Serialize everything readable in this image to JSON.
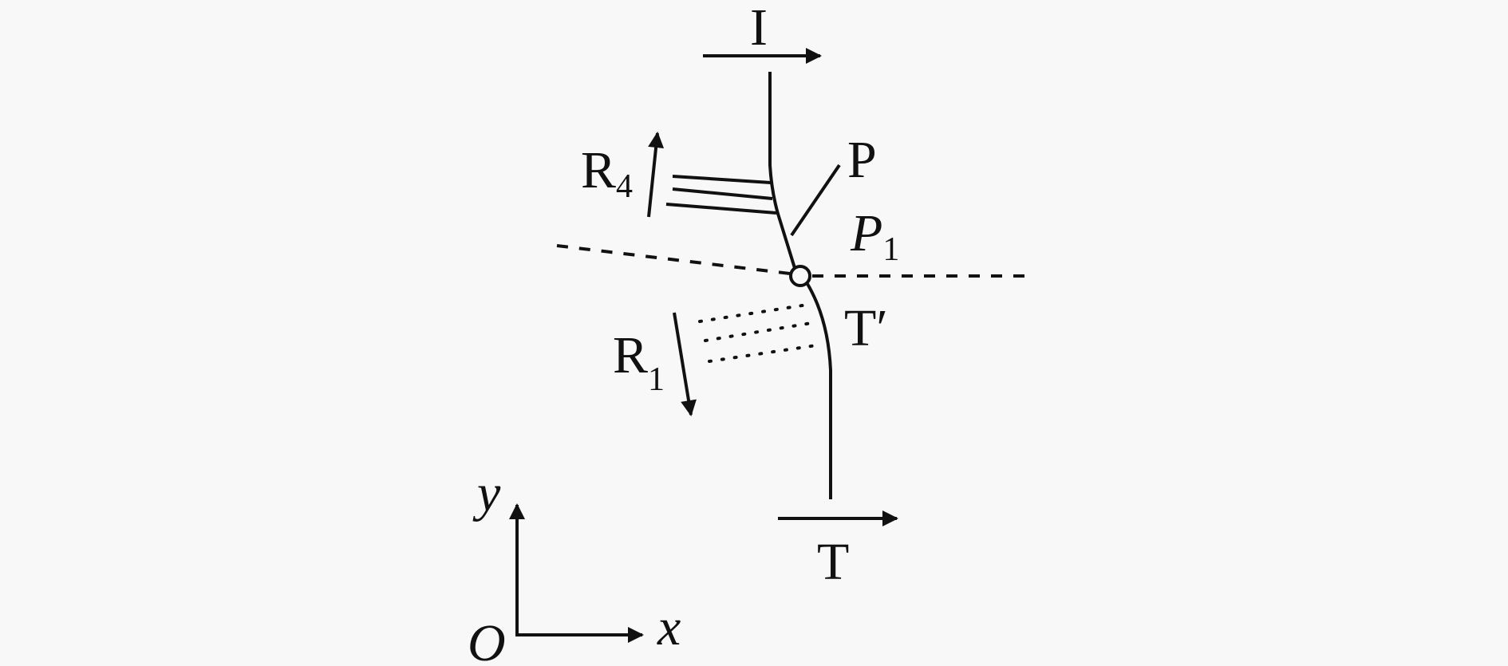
{
  "labels": {
    "incident": "I",
    "incident_wave_arrow_label": "I",
    "p_label": "P",
    "p1_main": "P",
    "p1_sub": "1",
    "r4_main": "R",
    "r4_sub": "4",
    "r1_main": "R",
    "r1_sub": "1",
    "t_prime": "T′",
    "transmitted": "T",
    "axis_x": "x",
    "axis_y": "y",
    "origin": "O"
  },
  "colors": {
    "ink": "#111111",
    "background": "#f8f8f8"
  }
}
